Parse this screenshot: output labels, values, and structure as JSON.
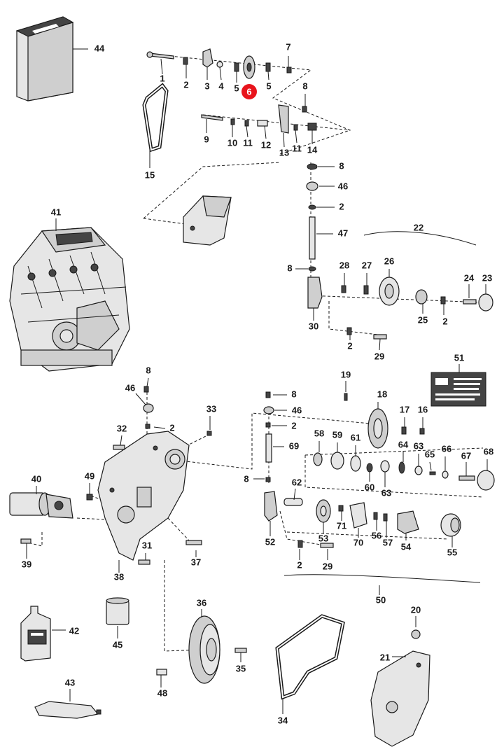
{
  "highlight": {
    "color": "#e8141c",
    "label": "6"
  },
  "callouts": [
    {
      "id": "c1",
      "text": "1"
    },
    {
      "id": "c2a",
      "text": "2"
    },
    {
      "id": "c3",
      "text": "3"
    },
    {
      "id": "c4",
      "text": "4"
    },
    {
      "id": "c5a",
      "text": "5"
    },
    {
      "id": "c5b",
      "text": "5"
    },
    {
      "id": "c7",
      "text": "7"
    },
    {
      "id": "c8a",
      "text": "8"
    },
    {
      "id": "c9",
      "text": "9"
    },
    {
      "id": "c10",
      "text": "10"
    },
    {
      "id": "c11a",
      "text": "11"
    },
    {
      "id": "c12",
      "text": "12"
    },
    {
      "id": "c13",
      "text": "13"
    },
    {
      "id": "c11b",
      "text": "11"
    },
    {
      "id": "c14",
      "text": "14"
    },
    {
      "id": "c15",
      "text": "15"
    },
    {
      "id": "c8b",
      "text": "8"
    },
    {
      "id": "c46a",
      "text": "46"
    },
    {
      "id": "c2b",
      "text": "2"
    },
    {
      "id": "c47",
      "text": "47"
    },
    {
      "id": "c22",
      "text": "22"
    },
    {
      "id": "c41",
      "text": "41"
    },
    {
      "id": "c44",
      "text": "44"
    },
    {
      "id": "c8c",
      "text": "8"
    },
    {
      "id": "c28",
      "text": "28"
    },
    {
      "id": "c27",
      "text": "27"
    },
    {
      "id": "c26",
      "text": "26"
    },
    {
      "id": "c24",
      "text": "24"
    },
    {
      "id": "c23",
      "text": "23"
    },
    {
      "id": "c25",
      "text": "25"
    },
    {
      "id": "c2c",
      "text": "2"
    },
    {
      "id": "c30",
      "text": "30"
    },
    {
      "id": "c2d",
      "text": "2"
    },
    {
      "id": "c29a",
      "text": "29"
    },
    {
      "id": "c51",
      "text": "51"
    },
    {
      "id": "c8d",
      "text": "8"
    },
    {
      "id": "c46b",
      "text": "46"
    },
    {
      "id": "c2e",
      "text": "2"
    },
    {
      "id": "c33",
      "text": "33"
    },
    {
      "id": "c32",
      "text": "32"
    },
    {
      "id": "c19",
      "text": "19"
    },
    {
      "id": "c18",
      "text": "18"
    },
    {
      "id": "c17",
      "text": "17"
    },
    {
      "id": "c16",
      "text": "16"
    },
    {
      "id": "c8e",
      "text": "8"
    },
    {
      "id": "c46c",
      "text": "46"
    },
    {
      "id": "c2f",
      "text": "2"
    },
    {
      "id": "c69",
      "text": "69"
    },
    {
      "id": "c58",
      "text": "58"
    },
    {
      "id": "c59",
      "text": "59"
    },
    {
      "id": "c61",
      "text": "61"
    },
    {
      "id": "c64",
      "text": "64"
    },
    {
      "id": "c63a",
      "text": "63"
    },
    {
      "id": "c65",
      "text": "65"
    },
    {
      "id": "c66",
      "text": "66"
    },
    {
      "id": "c67",
      "text": "67"
    },
    {
      "id": "c68",
      "text": "68"
    },
    {
      "id": "c60",
      "text": "60"
    },
    {
      "id": "c63b",
      "text": "63"
    },
    {
      "id": "c8f",
      "text": "8"
    },
    {
      "id": "c62",
      "text": "62"
    },
    {
      "id": "c40",
      "text": "40"
    },
    {
      "id": "c49",
      "text": "49"
    },
    {
      "id": "c71",
      "text": "71"
    },
    {
      "id": "c52",
      "text": "52"
    },
    {
      "id": "c53",
      "text": "53"
    },
    {
      "id": "c70",
      "text": "70"
    },
    {
      "id": "c56",
      "text": "56"
    },
    {
      "id": "c57",
      "text": "57"
    },
    {
      "id": "c54",
      "text": "54"
    },
    {
      "id": "c55",
      "text": "55"
    },
    {
      "id": "c31",
      "text": "31"
    },
    {
      "id": "c37",
      "text": "37"
    },
    {
      "id": "c39",
      "text": "39"
    },
    {
      "id": "c38",
      "text": "38"
    },
    {
      "id": "c2g",
      "text": "2"
    },
    {
      "id": "c29b",
      "text": "29"
    },
    {
      "id": "c50",
      "text": "50"
    },
    {
      "id": "c36",
      "text": "36"
    },
    {
      "id": "c42",
      "text": "42"
    },
    {
      "id": "c45",
      "text": "45"
    },
    {
      "id": "c20",
      "text": "20"
    },
    {
      "id": "c21",
      "text": "21"
    },
    {
      "id": "c35",
      "text": "35"
    },
    {
      "id": "c48",
      "text": "48"
    },
    {
      "id": "c43",
      "text": "43"
    },
    {
      "id": "c34",
      "text": "34"
    }
  ]
}
